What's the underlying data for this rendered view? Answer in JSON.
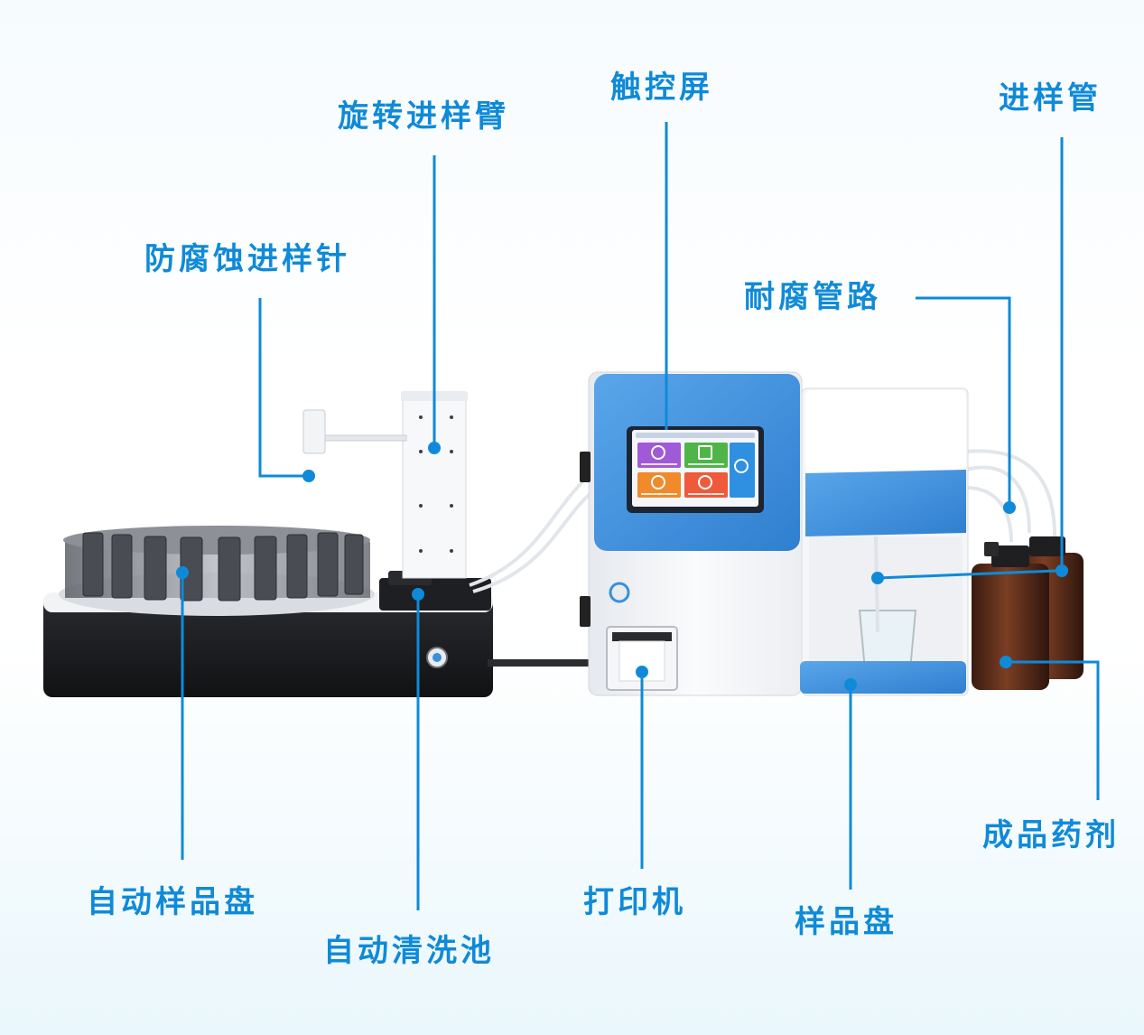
{
  "labels": {
    "rotating_arm": "旋转进样臂",
    "touchscreen": "触控屏",
    "sample_tube": "进样管",
    "anti_corrosion_needle": "防腐蚀进样针",
    "corrosion_resistant_tubing": "耐腐管路",
    "auto_sample_tray": "自动样品盘",
    "auto_cleaning_pool": "自动清洗池",
    "printer": "打印机",
    "sample_tray": "样品盘",
    "finished_reagent": "成品药剂"
  },
  "colors": {
    "accent": "#0f8ad8",
    "device_blue": "#3a8fdc",
    "tray_black": "#1c1d20",
    "reagent_brown": "#5a2e1e",
    "tile_purple": "#a05ad8",
    "tile_green": "#4fb548",
    "tile_orange": "#f08a2a",
    "tile_red": "#ee5a3a",
    "tile_blue": "#2f8fe0"
  }
}
